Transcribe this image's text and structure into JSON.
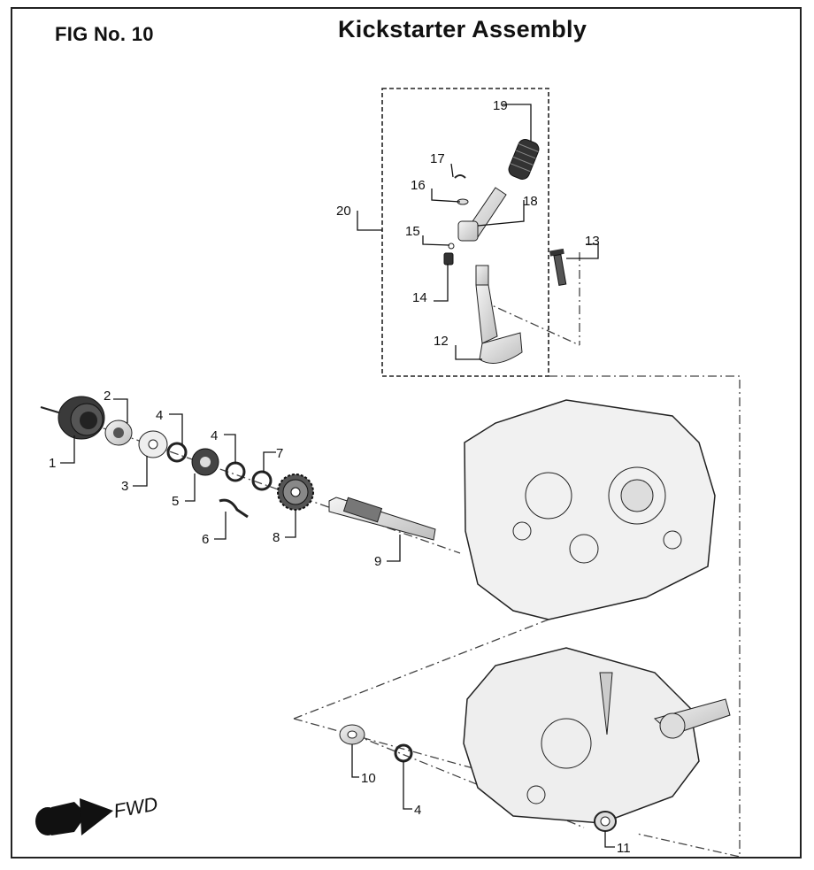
{
  "header": {
    "fig_no": "FIG No. 10",
    "title": "Kickstarter Assembly"
  },
  "direction_label": "FWD",
  "callouts": {
    "c1": "1",
    "c2": "2",
    "c3": "3",
    "c4a": "4",
    "c4b": "4",
    "c4c": "4",
    "c5": "5",
    "c6": "6",
    "c7": "7",
    "c8": "8",
    "c9": "9",
    "c10": "10",
    "c11": "11",
    "c12": "12",
    "c13": "13",
    "c14": "14",
    "c15": "15",
    "c16": "16",
    "c17": "17",
    "c18": "18",
    "c19": "19",
    "c20": "20"
  }
}
